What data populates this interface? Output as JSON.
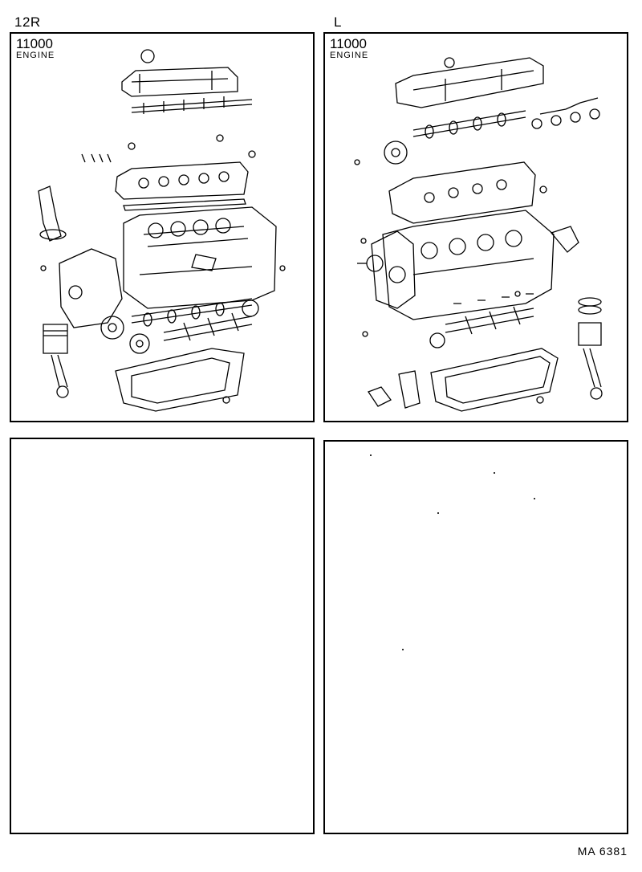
{
  "sections": [
    {
      "model": "12R",
      "code": "11000",
      "name": "ENGINE"
    },
    {
      "model": "L",
      "code": "11000",
      "name": "ENGINE"
    }
  ],
  "footer": {
    "ref": "MA 6381"
  }
}
